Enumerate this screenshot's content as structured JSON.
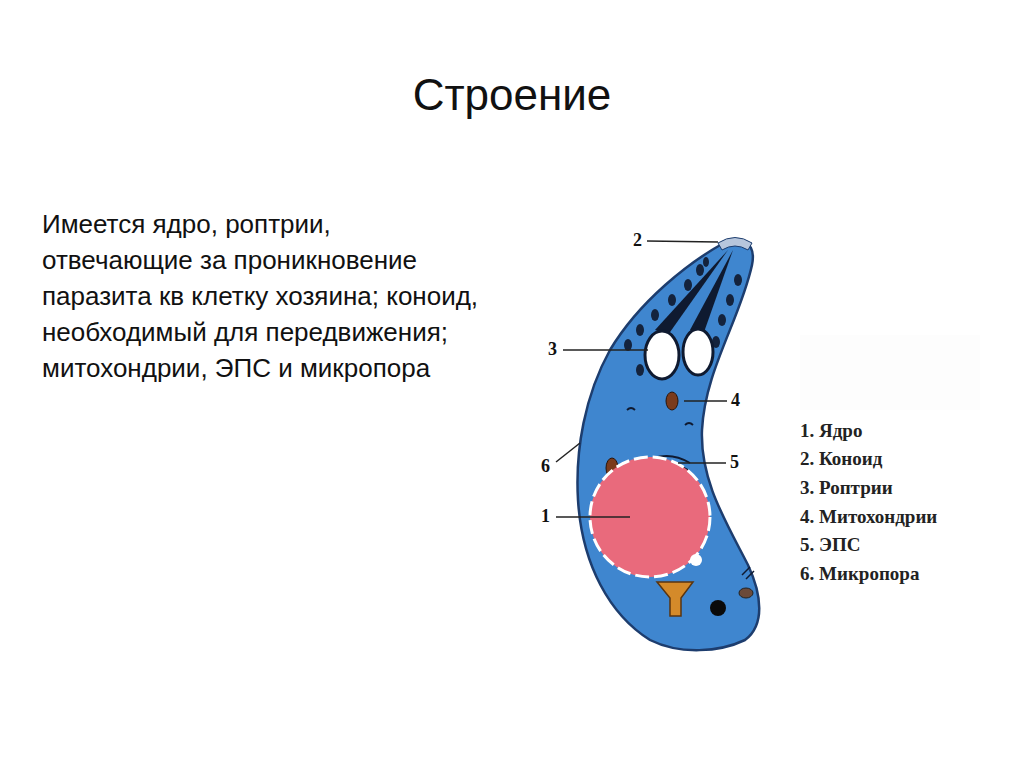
{
  "diagram": {
    "title": "Строение",
    "labels": [
      "Имеется ядро, роптрии, отвечающие за проникновение паразита кв клетку хозяина; коноид, необходимый для передвижения; митохондрии, ЭПС и микропора",
      "2",
      "3",
      "4",
      "5",
      "6",
      "1",
      "1. Ядро",
      "2. Коноид",
      "3. Роптрии",
      "4. Митохондрии",
      "5. ЭПС",
      "6. Микропора"
    ]
  }
}
